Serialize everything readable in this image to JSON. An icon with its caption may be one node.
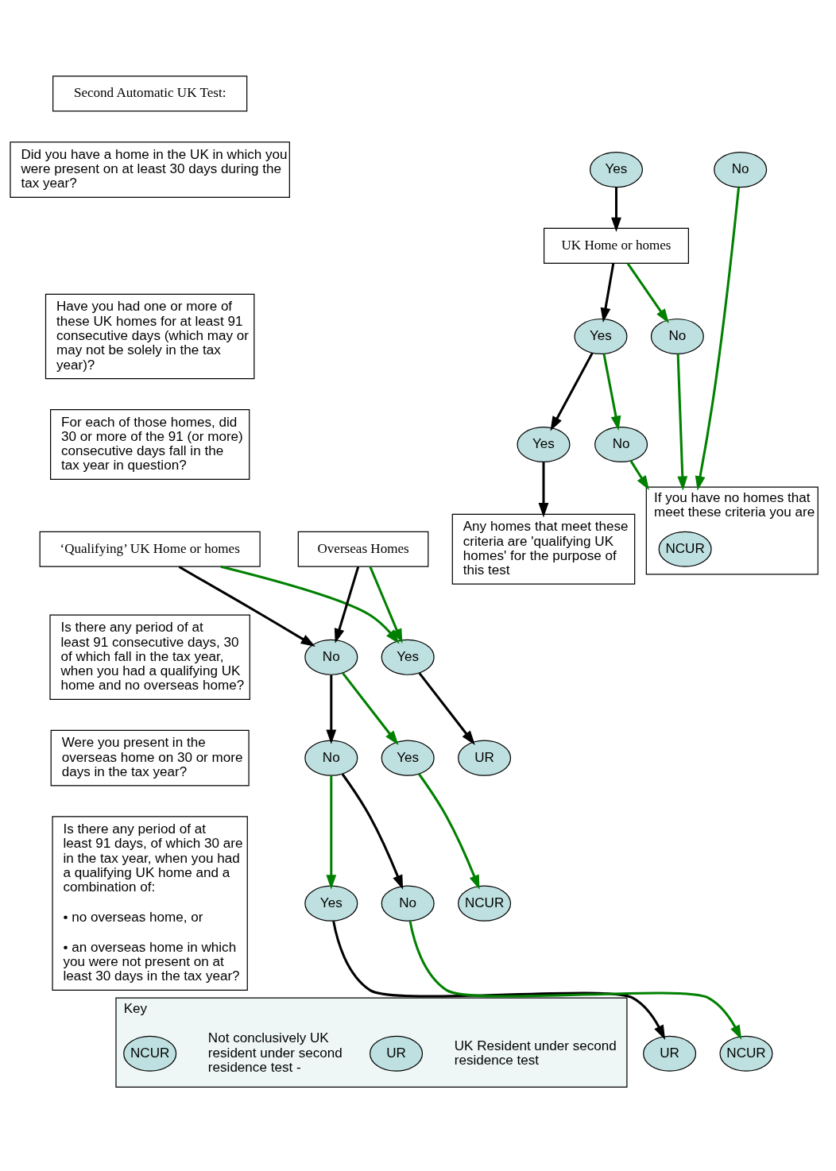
{
  "diagram": {
    "nodes": [
      {
        "text": [
          "Second Automatic UK Test:"
        ]
      },
      {
        "text": [
          "Did you have a home in the UK in which you were present on at least 30 days during the tax year?"
        ]
      },
      {
        "text": [
          "Yes"
        ]
      },
      {
        "text": [
          "No"
        ]
      },
      {
        "text": [
          "UK Home or homes"
        ]
      },
      {
        "text": [
          "Have you had one or more of these UK homes for at least 91 consecutive days (which may or may not be solely in the tax year)?"
        ]
      },
      {
        "text": [
          "Yes"
        ]
      },
      {
        "text": [
          "No"
        ]
      },
      {
        "text": [
          "For each of those homes, did 30 or more of the 91 (or more) consecutive days fall in the tax year in question?"
        ]
      },
      {
        "text": [
          "Yes"
        ]
      },
      {
        "text": [
          "No"
        ]
      },
      {
        "text": [
          "Any homes that meet these criteria are 'qualifying UK homes' for the purpose of this test"
        ]
      },
      {
        "text": [
          "If you have no homes that meet these criteria you are"
        ]
      },
      {
        "text": [
          "NCUR"
        ],
        "in": 12
      },
      {
        "text": [
          "‘Qualifying’ UK Home or homes"
        ]
      },
      {
        "text": [
          "Overseas Homes"
        ]
      },
      {
        "text": [
          "Is there any period of at least 91 consecutive days, 30 of which fall in the tax year, when you had a qualifying UK home and no overseas home?"
        ]
      },
      {
        "text": [
          "Yes"
        ]
      },
      {
        "text": [
          "No"
        ]
      },
      {
        "text": [
          "UR"
        ]
      },
      {
        "text": [
          "Were you present in the overseas home on 30 or more days in the tax year?"
        ]
      },
      {
        "text": [
          "Yes"
        ]
      },
      {
        "text": [
          "No"
        ]
      },
      {
        "text": [
          "NCUR"
        ]
      },
      {
        "text": [
          "Is there any period of at least 91 days, of which 30 are in the tax year, when you had a qualifying UK home and a combination of:",
          "• no overseas home, or",
          "• an overseas home in which you were not present on at least 30 days in the tax year?"
        ]
      },
      {
        "text": [
          "Yes"
        ]
      },
      {
        "text": [
          "No"
        ]
      },
      {
        "text": [
          "UR"
        ]
      },
      {
        "text": [
          "NCUR"
        ]
      },
      {
        "text": [
          "Key",
          "Not conclusively UK resident under second residence test -",
          "UK Resident under second residence test"
        ]
      },
      {
        "text": [
          "NCUR"
        ],
        "in": 29
      },
      {
        "text": [
          "UR"
        ],
        "in": 29
      }
    ],
    "edges": [
      {
        "from": 2,
        "to": 4,
        "arrow": "to",
        "color": "#000000"
      },
      {
        "from": 3,
        "to": 12,
        "arrow": "to"
      },
      {
        "from": 4,
        "to": 6,
        "arrow": "to",
        "color": "#000000"
      },
      {
        "from": 4,
        "to": 7,
        "arrow": "to"
      },
      {
        "from": 6,
        "to": 9,
        "arrow": "to",
        "color": "#000000"
      },
      {
        "from": 6,
        "to": 10,
        "arrow": "to"
      },
      {
        "from": 7,
        "to": 12,
        "arrow": "to"
      },
      {
        "from": 9,
        "to": 11,
        "arrow": "to",
        "color": "#000000"
      },
      {
        "from": 10,
        "to": 12,
        "arrow": "to"
      },
      {
        "from": 14,
        "to": 17,
        "arrow": "to"
      },
      {
        "from": 15,
        "to": 17,
        "arrow": "to"
      },
      {
        "from": 14,
        "to": 18,
        "arrow": "to",
        "color": "#000000"
      },
      {
        "from": 15,
        "to": 18,
        "arrow": "to",
        "color": "#000000"
      },
      {
        "from": 17,
        "to": 19,
        "arrow": "to",
        "color": "#000000"
      },
      {
        "from": 18,
        "to": 21,
        "arrow": "to"
      },
      {
        "from": 18,
        "to": 22,
        "arrow": "to",
        "color": "#000000"
      },
      {
        "from": 21,
        "to": 23,
        "arrow": "to"
      },
      {
        "from": 22,
        "to": 25,
        "arrow": "to"
      },
      {
        "from": 22,
        "to": 26,
        "arrow": "to",
        "color": "#000000"
      },
      {
        "from": 25,
        "to": 27,
        "arrow": "to",
        "color": "#000000"
      },
      {
        "from": 26,
        "to": 28,
        "arrow": "to"
      }
    ]
  }
}
